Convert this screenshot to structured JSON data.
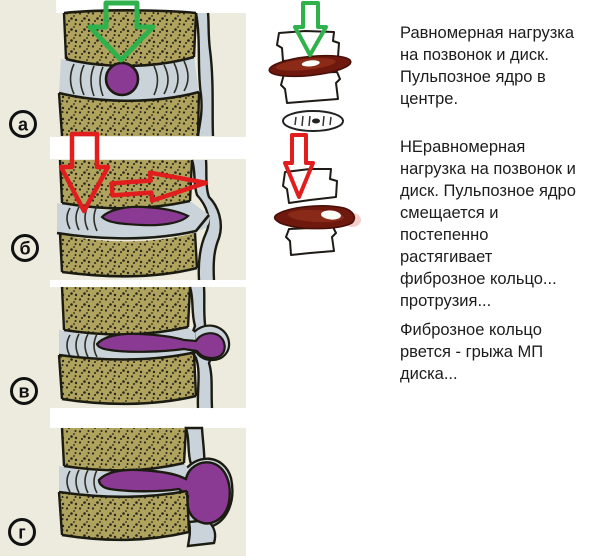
{
  "figure": {
    "stages": [
      {
        "label": "а"
      },
      {
        "label": "б"
      },
      {
        "label": "в"
      },
      {
        "label": "г"
      }
    ],
    "annotations": [
      {
        "text": "Равномерная нагрузка на позвонок и диск. Пульпозное ядро в центре."
      },
      {
        "text": "НЕравномерная нагрузка на позвонок и диск. Пульпозное ядро смещается и постепенно растягивает фиброзное кольцо... протрузия..."
      },
      {
        "text": "Фиброзное кольцо рвется - грыжа МП диска..."
      }
    ],
    "icons": {
      "even-load-arrow-icon": "⇩",
      "uneven-load-arrow-icon": "⇩",
      "shift-direction-arrow-icon": "⇨"
    },
    "colors": {
      "panel_background": "#ECEBDE",
      "page_background": "#FFFFFF",
      "vertebra_bone": "#AFA35E",
      "disc_annulus": "#C9D3D9",
      "nucleus_pulposus": "#8B3A94",
      "outline": "#1B1B12",
      "arrow_green": "#2FB24C",
      "arrow_red": "#E11D1D",
      "sketch_disc_red": "#6E180E",
      "text": "#1C1C1C"
    }
  }
}
